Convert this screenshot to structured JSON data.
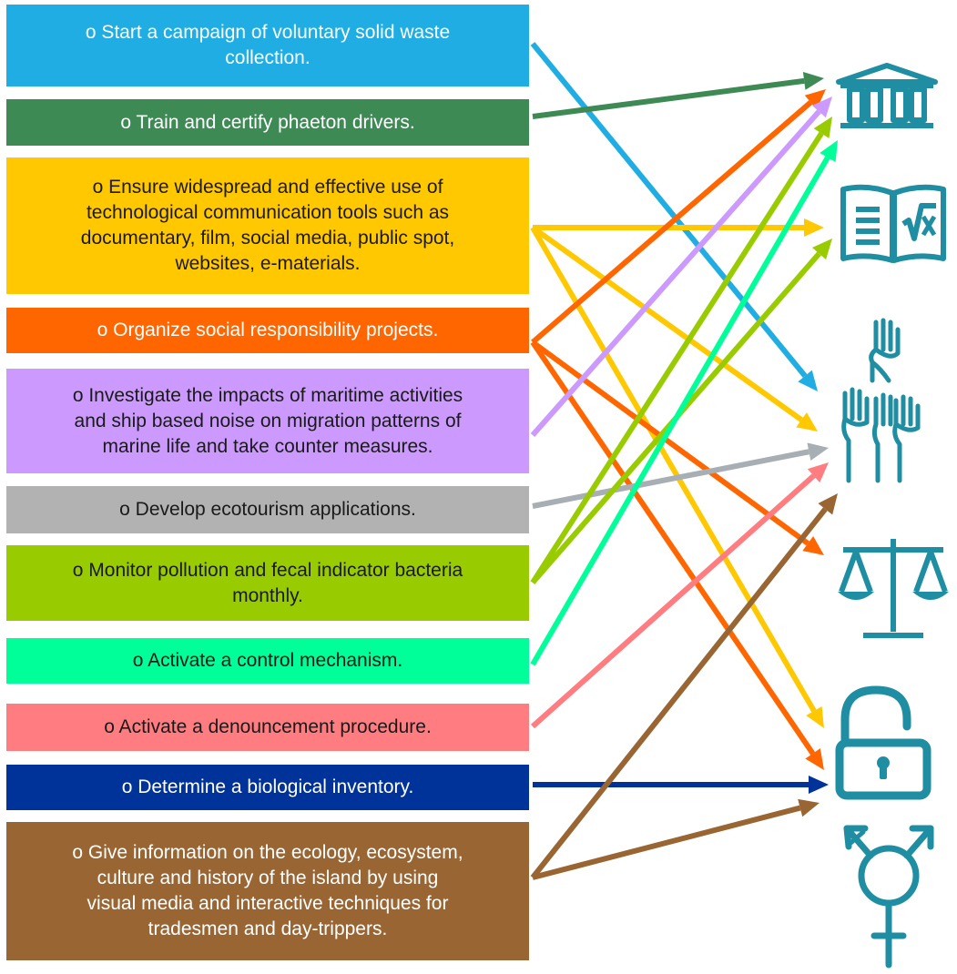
{
  "actions": [
    {
      "id": "waste",
      "text": "o  Start a campaign of voluntary solid waste\ncollection.",
      "bg": "#1fade4",
      "fg": "#ffffff"
    },
    {
      "id": "phaeton",
      "text": "o  Train and certify phaeton drivers.",
      "bg": "#3e8a55",
      "fg": "#ffffff"
    },
    {
      "id": "tech",
      "text": "o  Ensure widespread and effective use of\ntechnological communication tools such as\ndocumentary, film, social media, public spot,\nwebsites, e-materials.",
      "bg": "#ffc800",
      "fg": "#1a1a1a"
    },
    {
      "id": "social",
      "text": "o  Organize social responsibility projects.",
      "bg": "#ff6600",
      "fg": "#ffffff"
    },
    {
      "id": "maritime",
      "text": "o  Investigate the impacts of maritime activities\nand ship based noise on migration patterns of\nmarine life and take counter measures.",
      "bg": "#cc99ff",
      "fg": "#1a1a1a"
    },
    {
      "id": "ecotourism",
      "text": "o  Develop ecotourism applications.",
      "bg": "#b2b2b2",
      "fg": "#1a1a1a"
    },
    {
      "id": "pollution",
      "text": "o  Monitor pollution and fecal indicator bacteria\nmonthly.",
      "bg": "#99cc00",
      "fg": "#1a1a1a"
    },
    {
      "id": "control",
      "text": "o  Activate a control mechanism.",
      "bg": "#00ff99",
      "fg": "#1a1a1a"
    },
    {
      "id": "denounce",
      "text": "o   Activate a denouncement procedure.",
      "bg": "#ff7c80",
      "fg": "#1a1a1a"
    },
    {
      "id": "inventory",
      "text": "o  Determine a biological inventory.",
      "bg": "#003399",
      "fg": "#ffffff"
    },
    {
      "id": "ecology",
      "text": "o  Give information on the ecology, ecosystem,\nculture and history of the island by using\nvisual media and interactive techniques for\ntradesmen and day-trippers.",
      "bg": "#996633",
      "fg": "#ffffff"
    }
  ],
  "icons": [
    {
      "id": "institution",
      "name": "institution-icon"
    },
    {
      "id": "education",
      "name": "education-book-icon"
    },
    {
      "id": "participation",
      "name": "raised-hands-icon"
    },
    {
      "id": "justice",
      "name": "justice-scale-icon"
    },
    {
      "id": "openness",
      "name": "open-padlock-icon"
    },
    {
      "id": "gender",
      "name": "gender-symbol-icon"
    }
  ],
  "connections": [
    {
      "from": "waste",
      "to": "participation",
      "color": "#1fade4"
    },
    {
      "from": "phaeton",
      "to": "institution",
      "color": "#3e8a55"
    },
    {
      "from": "tech",
      "to": "education",
      "color": "#ffc800"
    },
    {
      "from": "tech",
      "to": "participation",
      "color": "#ffc800"
    },
    {
      "from": "tech",
      "to": "openness",
      "color": "#ffc800"
    },
    {
      "from": "social",
      "to": "institution",
      "color": "#ff6600"
    },
    {
      "from": "social",
      "to": "justice",
      "color": "#ff6600"
    },
    {
      "from": "social",
      "to": "openness",
      "color": "#ff6600"
    },
    {
      "from": "maritime",
      "to": "institution",
      "color": "#cc99ff"
    },
    {
      "from": "ecotourism",
      "to": "participation",
      "color": "#a7aeb4"
    },
    {
      "from": "pollution",
      "to": "institution",
      "color": "#99cc00"
    },
    {
      "from": "pollution",
      "to": "education",
      "color": "#99cc00"
    },
    {
      "from": "control",
      "to": "institution",
      "color": "#00ff99"
    },
    {
      "from": "denounce",
      "to": "participation",
      "color": "#ff7c80"
    },
    {
      "from": "inventory",
      "to": "openness",
      "color": "#003399"
    },
    {
      "from": "ecology",
      "to": "participation",
      "color": "#996633"
    },
    {
      "from": "ecology",
      "to": "openness",
      "color": "#996633"
    }
  ],
  "icon_color": "#1f8ea3"
}
